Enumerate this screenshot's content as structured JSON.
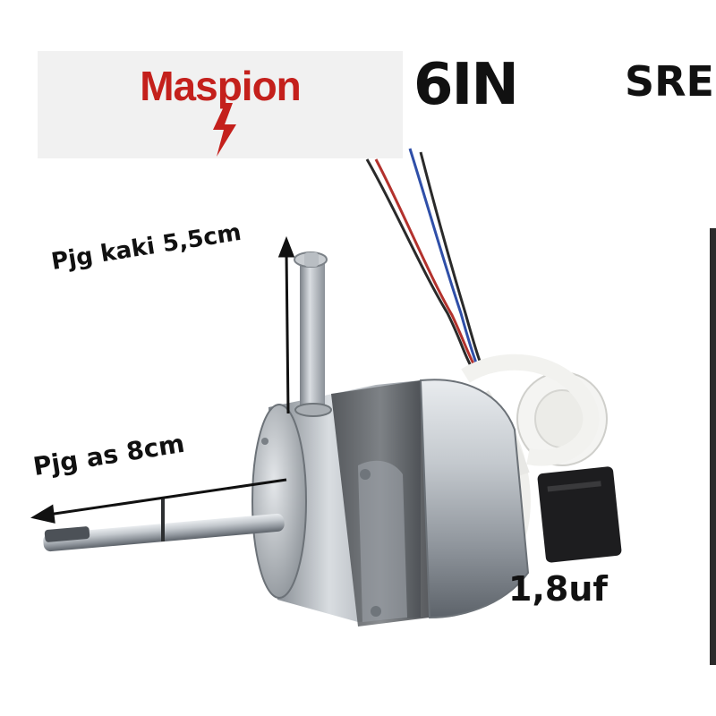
{
  "brand": {
    "name": "Maspion",
    "color": "#c4201c"
  },
  "model_text": "6IN",
  "series_text": "SRE",
  "labels": {
    "leg_length": "Pjg kaki 5,5cm",
    "shaft_length": "Pjg as 8cm",
    "capacitor": "1,8uf"
  },
  "colors": {
    "logo_background": "#f1f1f1",
    "text": "#111111",
    "side_strip": "#2b2b2b"
  }
}
